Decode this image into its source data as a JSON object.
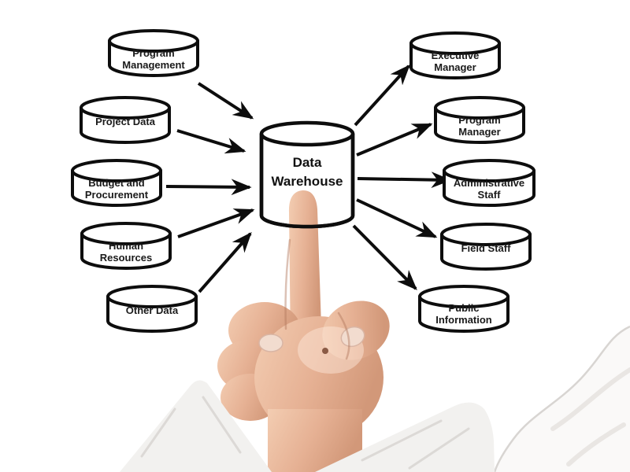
{
  "title": "Data Warehouse diagram with pointing hand",
  "diagram": {
    "center": {
      "lines": [
        "Data",
        "Warehouse"
      ]
    },
    "sources": [
      {
        "lines": [
          "Program",
          "Management"
        ]
      },
      {
        "lines": [
          "Project Data"
        ]
      },
      {
        "lines": [
          "Budget and",
          "Procurement"
        ]
      },
      {
        "lines": [
          "Human",
          "Resources"
        ]
      },
      {
        "lines": [
          "Other Data"
        ]
      }
    ],
    "consumers": [
      {
        "lines": [
          "Executive",
          "Manager"
        ]
      },
      {
        "lines": [
          "Program",
          "Manager"
        ]
      },
      {
        "lines": [
          "Administrative",
          "Staff"
        ]
      },
      {
        "lines": [
          "Field Staff"
        ]
      },
      {
        "lines": [
          "Public",
          "Information"
        ]
      }
    ],
    "colors": {
      "background": "#ffffff",
      "node_fill": "#ffffff",
      "stroke": "#0d0d0d",
      "text": "#1a1a1a",
      "skin": "#e7b396",
      "sleeve": "#f2f1ef",
      "shoulder": "#faf9f8"
    }
  }
}
